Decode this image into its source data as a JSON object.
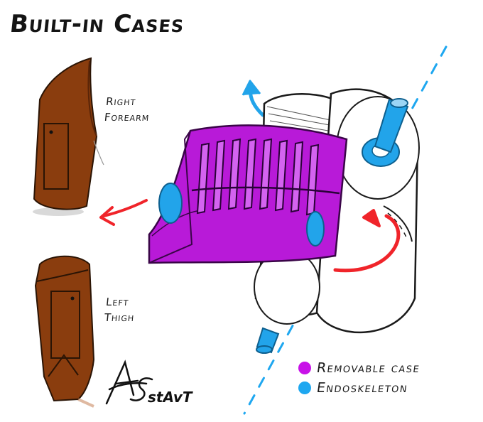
{
  "title": "Built-in Cases",
  "labels": {
    "right_forearm": [
      "Right",
      "Forearm"
    ],
    "left_thigh": [
      "Left",
      "Thigh"
    ]
  },
  "legend": [
    {
      "label": "Removable case",
      "color": "#c812e8"
    },
    {
      "label": "Endoskeleton",
      "color": "#1ea7f0"
    }
  ],
  "signature": "stAvT",
  "colors": {
    "case_purple": "#b81ad8",
    "endo_blue": "#22a4ea",
    "arrow_red": "#f0242a",
    "armor_brown": "#8a3d0e"
  }
}
